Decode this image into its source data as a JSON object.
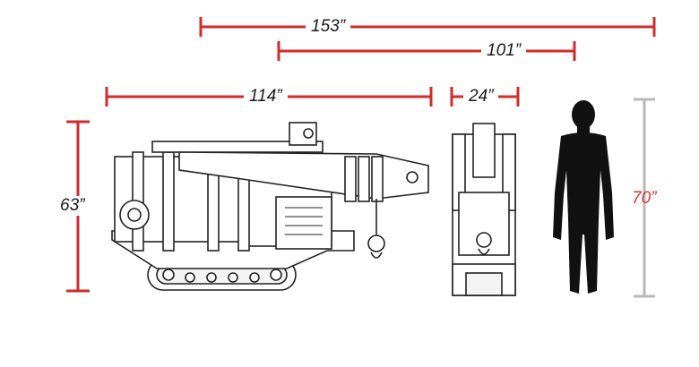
{
  "colors": {
    "dimension_red": "#d42a2a",
    "dimension_gray": "#b8b8b8",
    "label_dark": "#1a1a1a",
    "label_red": "#d33a3a",
    "silhouette": "#111111",
    "machine_line": "#222222"
  },
  "dimensions": {
    "overall_length": "153”",
    "boom_extension": "101”",
    "base_length": "114”",
    "width": "24”",
    "height": "63”",
    "human_height": "70”"
  },
  "figures": {
    "side_view": "crane-side-view",
    "end_view": "crane-end-view",
    "person": "human-silhouette"
  }
}
